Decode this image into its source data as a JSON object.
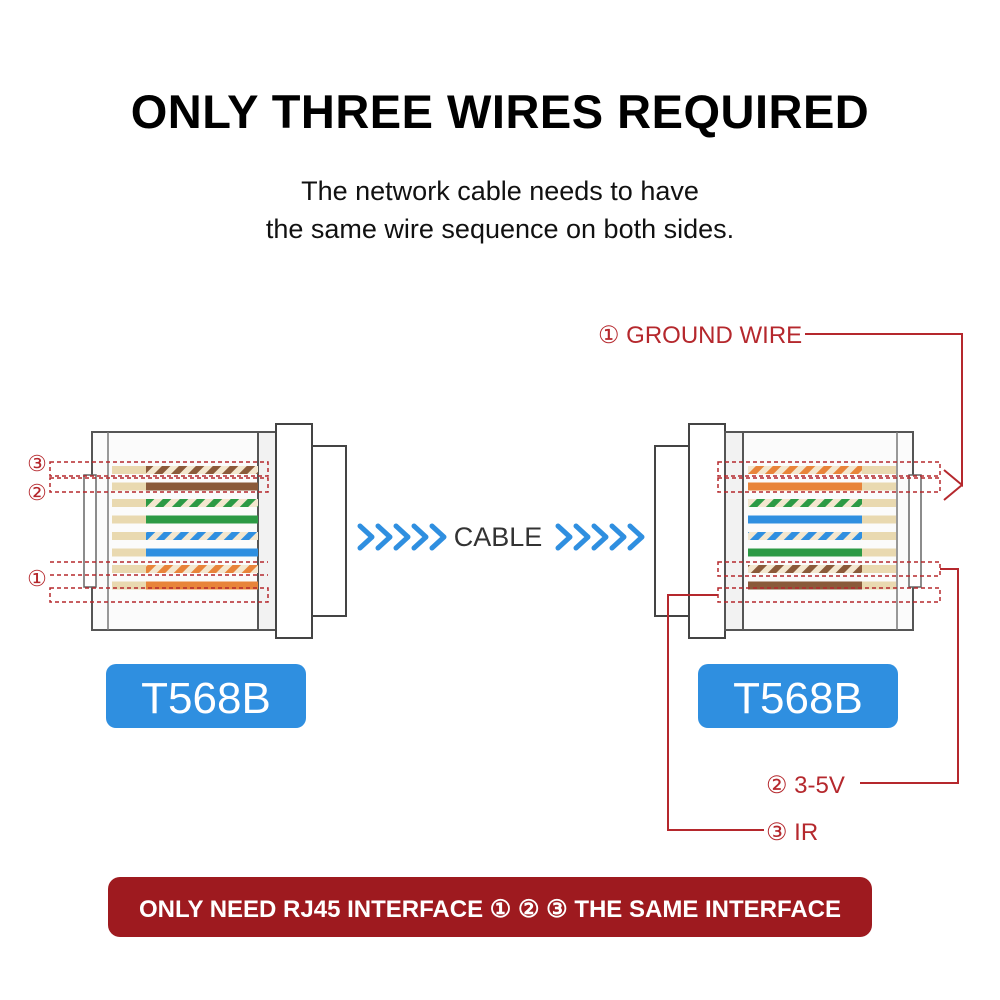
{
  "title": "ONLY THREE WIRES REQUIRED",
  "subtitle_line1": "The network cable needs to have",
  "subtitle_line2": "the same wire sequence on both sides.",
  "cable_label": "CABLE",
  "left_connector": {
    "standard": "T568B",
    "markers": [
      "③",
      "②",
      "①"
    ]
  },
  "right_connector": {
    "standard": "T568B"
  },
  "callouts": {
    "ground": "① GROUND WIRE",
    "voltage": "② 3-5V",
    "ir": "③ IR"
  },
  "footer": "ONLY NEED RJ45 INTERFACE ① ② ③ THE SAME INTERFACE",
  "colors": {
    "accent_red": "#b5282d",
    "footer_bg": "#9e1a1f",
    "badge_blue": "#2f8fe0",
    "arrow_blue": "#2f8fe0",
    "wire_orange": "#e8843a",
    "wire_green": "#2c9a45",
    "wire_blue": "#2f8fe0",
    "wire_brown": "#8a5a3a",
    "wire_white": "#e9d9b0"
  },
  "wire_order_left_top_to_bottom": [
    "white-brown",
    "brown",
    "white-green",
    "green",
    "white-blue",
    "blue",
    "white-orange",
    "orange"
  ],
  "wire_order_right_top_to_bottom": [
    "white-orange",
    "orange",
    "white-green",
    "blue",
    "white-blue",
    "green",
    "white-brown",
    "brown"
  ]
}
